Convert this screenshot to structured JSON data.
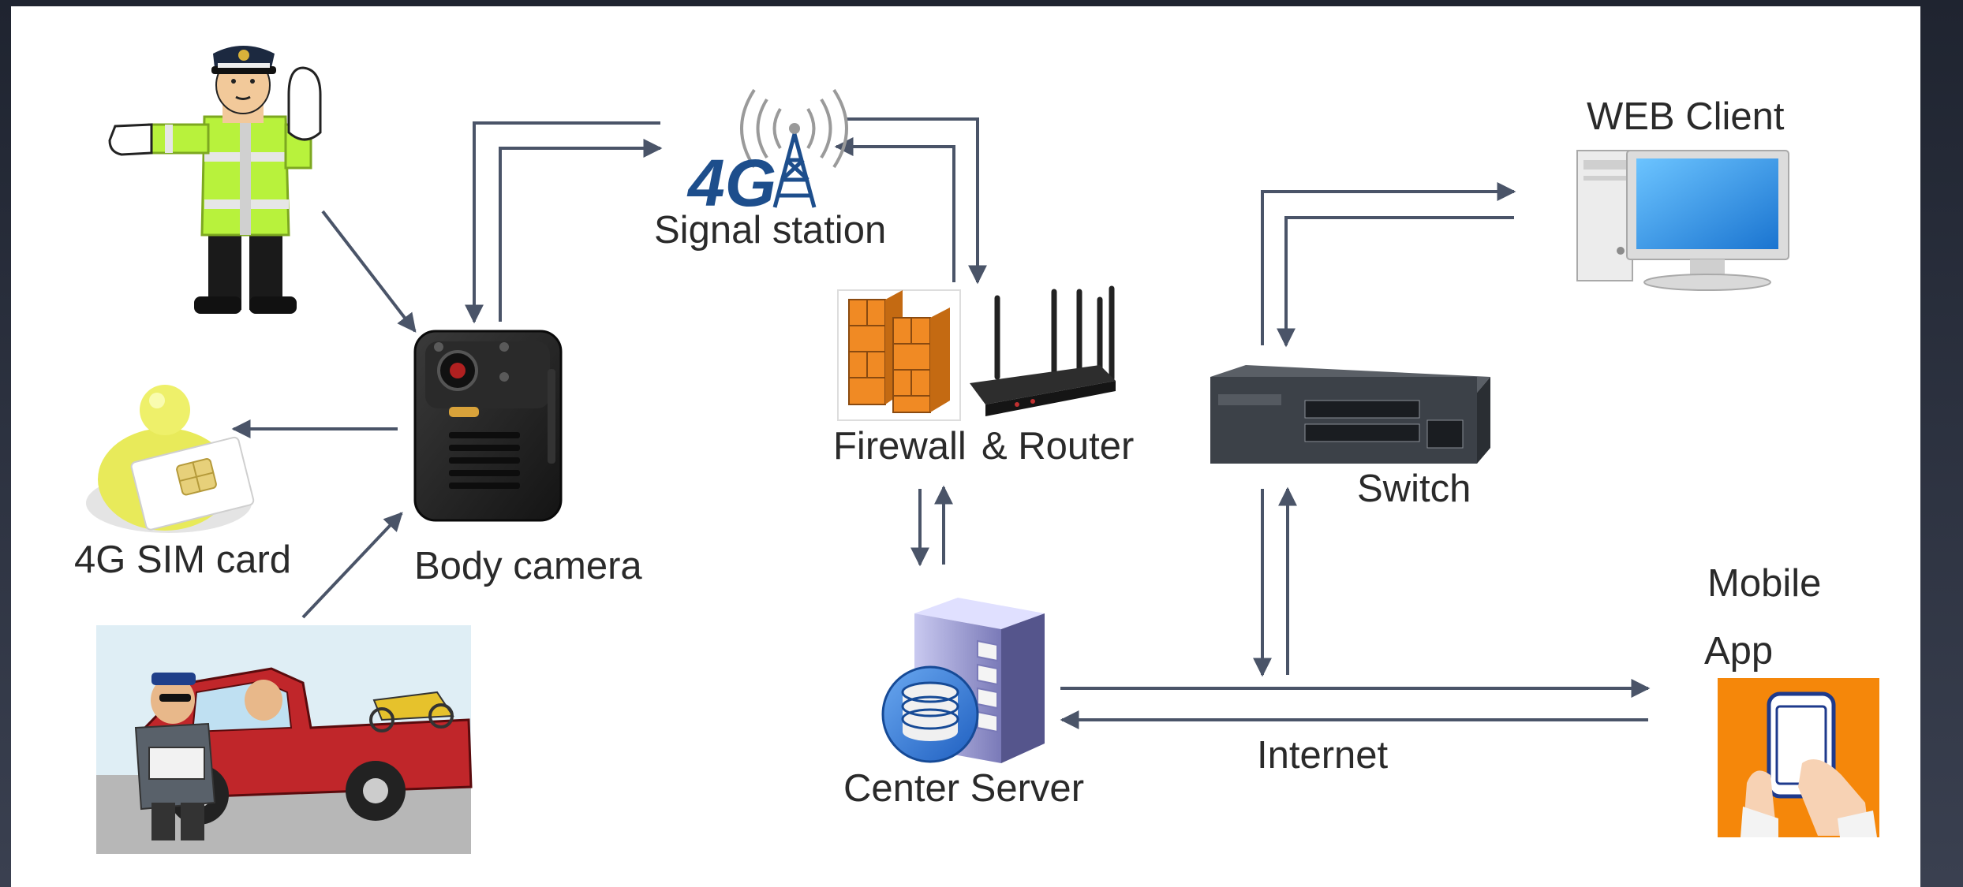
{
  "labels": {
    "signal_station": "Signal station",
    "web_client": "WEB Client",
    "firewall": "Firewall",
    "router": "& Router",
    "switch": "Switch",
    "sim_card": "4G SIM card",
    "body_camera": "Body camera",
    "mobile": "Mobile",
    "app": "App",
    "internet": "Internet",
    "center_server": "Center Server"
  },
  "tower_logo_text": "4G",
  "colors": {
    "arrow": "#4a5468",
    "firewall": "#f08a24",
    "monitor": "#2a8fe0",
    "app_bg": "#f5870a",
    "vest": "#b8f23c",
    "truck": "#c0262a"
  },
  "icons": [
    "police-officer-icon",
    "sim-card-user-icon",
    "police-truck-icon",
    "body-camera-icon",
    "signal-tower-icon",
    "firewall-icon",
    "router-icon",
    "switch-icon",
    "desktop-computer-icon",
    "server-database-icon",
    "mobile-app-icon"
  ]
}
